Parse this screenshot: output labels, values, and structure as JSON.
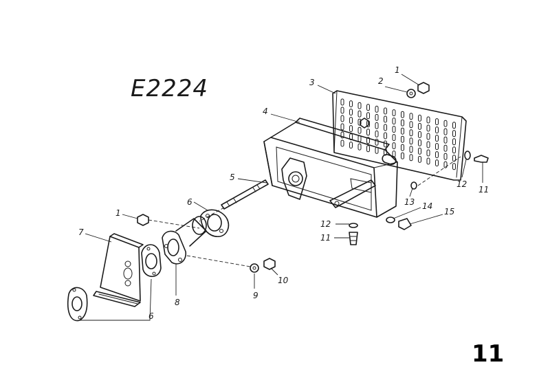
{
  "drawing_number": "E2224",
  "page_number": "11",
  "callouts": {
    "c1_top": "1",
    "c2": "2",
    "c3": "3",
    "c4": "4",
    "c5": "5",
    "c6_upper": "6",
    "c1_left": "1",
    "c7": "7",
    "c8": "8",
    "c6_lower": "6",
    "c9": "9",
    "c10": "10",
    "c12_right": "12",
    "c11_right": "11",
    "c13": "13",
    "c14": "14",
    "c15": "15",
    "c12_mid": "12",
    "c11_mid": "11"
  }
}
